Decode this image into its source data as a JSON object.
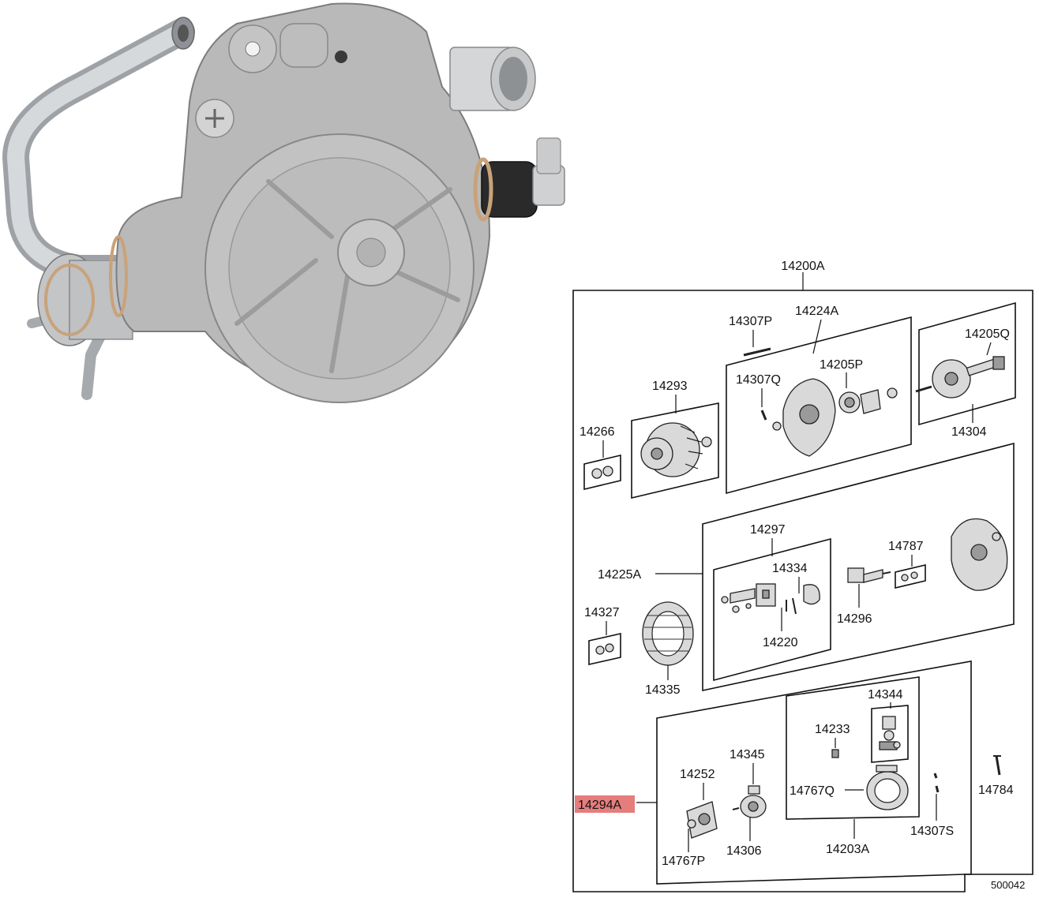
{
  "labels": {
    "l14200A": "14200A",
    "l14307P": "14307P",
    "l14224A": "14224A",
    "l14205Q": "14205Q",
    "l14307Q": "14307Q",
    "l14205P": "14205P",
    "l14293": "14293",
    "l14266": "14266",
    "l14304": "14304",
    "l14297": "14297",
    "l14787": "14787",
    "l14334": "14334",
    "l14225A": "14225A",
    "l14327": "14327",
    "l14296": "14296",
    "l14220": "14220",
    "l14335": "14335",
    "l14344": "14344",
    "l14233": "14233",
    "l14345": "14345",
    "l14252": "14252",
    "l14294A": "14294A",
    "l14767Q": "14767Q",
    "l14784": "14784",
    "l14767P": "14767P",
    "l14306": "14306",
    "l14203A": "14203A",
    "l14307S": "14307S",
    "diagramCode": "500042"
  },
  "colors": {
    "highlight": "#e06666",
    "pumpBody": "#b9b9b9",
    "pipe": "#c8cacc",
    "seal": "#c9a27a",
    "grommet": "#2a2a2a"
  }
}
